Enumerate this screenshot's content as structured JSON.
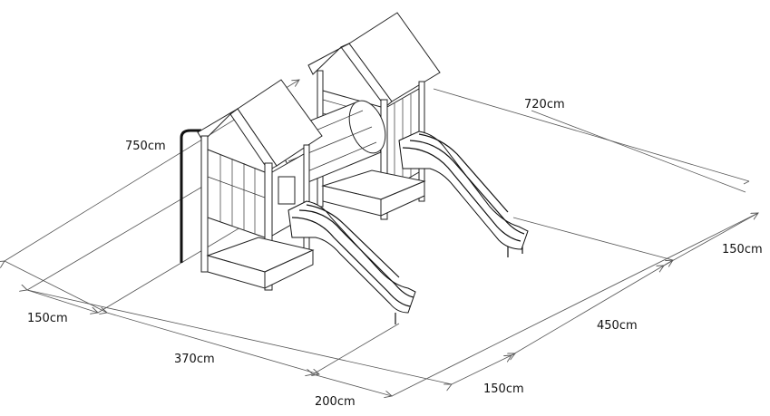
{
  "dimensions": {
    "d750": "750cm",
    "d720": "720cm",
    "d150_left": "150cm",
    "d370": "370cm",
    "d200": "200cm",
    "d150_bottom": "150cm",
    "d450": "450cm",
    "d150_right": "150cm"
  }
}
